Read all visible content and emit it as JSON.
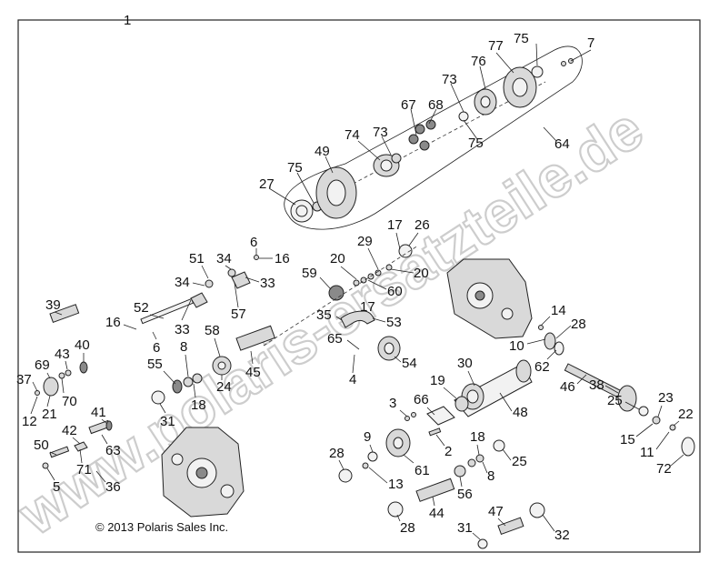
{
  "diagram": {
    "assembly_number": "1",
    "copyright": "© 2013 Polaris Sales Inc.",
    "watermark": "www.polaris-ersatzteile.de",
    "callouts": [
      "75",
      "7",
      "77",
      "76",
      "73",
      "67",
      "68",
      "74",
      "73",
      "49",
      "75",
      "27",
      "64",
      "75",
      "6",
      "16",
      "17",
      "26",
      "51",
      "34",
      "34",
      "33",
      "29",
      "20",
      "20",
      "59",
      "60",
      "57",
      "52",
      "16",
      "6",
      "33",
      "35",
      "17",
      "53",
      "58",
      "39",
      "14",
      "28",
      "10",
      "65",
      "55",
      "8",
      "40",
      "43",
      "69",
      "37",
      "4",
      "54",
      "45",
      "24",
      "18",
      "31",
      "12",
      "21",
      "70",
      "62",
      "46",
      "30",
      "19",
      "66",
      "48",
      "3",
      "41",
      "42",
      "2",
      "9",
      "61",
      "18",
      "38",
      "25",
      "23",
      "22",
      "15",
      "11",
      "72",
      "63",
      "50",
      "71",
      "28",
      "25",
      "13",
      "8",
      "56",
      "36",
      "5",
      "47",
      "28",
      "44",
      "31",
      "32"
    ]
  }
}
